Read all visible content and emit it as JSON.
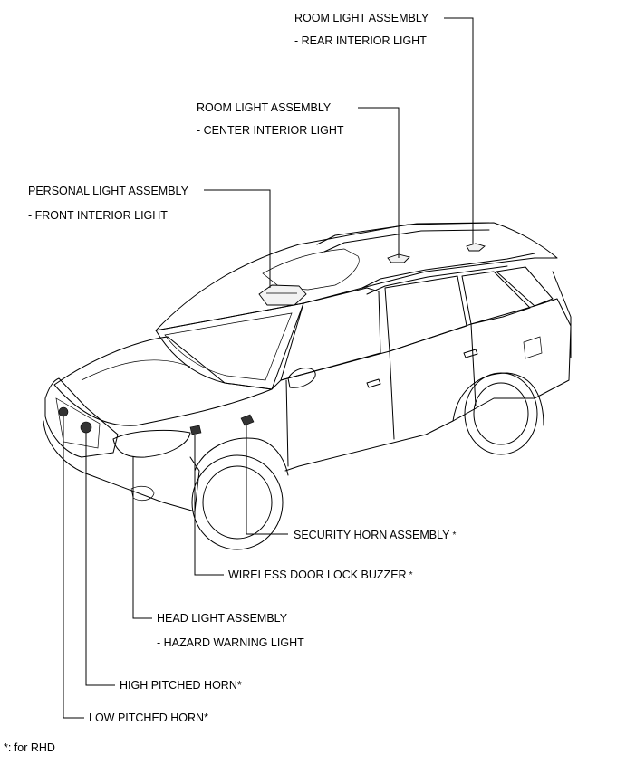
{
  "labels": {
    "room_rear_title": "ROOM LIGHT ASSEMBLY",
    "room_rear_sub": "- REAR INTERIOR LIGHT",
    "room_center_title": "ROOM LIGHT ASSEMBLY",
    "room_center_sub": "- CENTER INTERIOR LIGHT",
    "personal_title": "PERSONAL LIGHT ASSEMBLY",
    "personal_sub": "- FRONT INTERIOR LIGHT",
    "security_horn": "SECURITY HORN ASSEMBLY",
    "security_horn_mark": "*",
    "wireless_buzzer": "WIRELESS DOOR LOCK BUZZER",
    "wireless_buzzer_mark": "*",
    "head_light_title": "HEAD LIGHT ASSEMBLY",
    "head_light_sub": "- HAZARD WARNING LIGHT",
    "high_horn": "HIGH PITCHED HORN*",
    "low_horn": "LOW PITCHED HORN*",
    "footnote": "*: for RHD"
  }
}
